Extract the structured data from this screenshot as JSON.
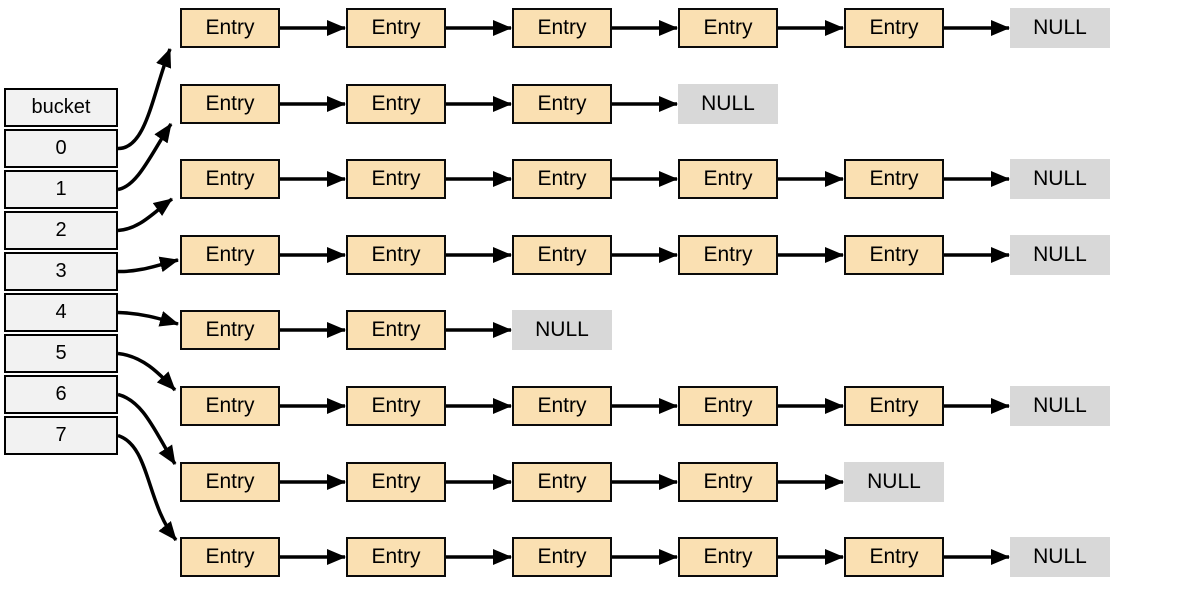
{
  "diagram": {
    "type": "hash-table-with-separate-chaining",
    "entry_label": "Entry",
    "null_label": "NULL",
    "bucket_table": {
      "header": "bucket",
      "cells": [
        "0",
        "1",
        "2",
        "3",
        "4",
        "5",
        "6",
        "7"
      ]
    },
    "chains": [
      {
        "bucket": "0",
        "entry_count": 5,
        "terminator": "NULL"
      },
      {
        "bucket": "1",
        "entry_count": 3,
        "terminator": "NULL"
      },
      {
        "bucket": "2",
        "entry_count": 5,
        "terminator": "NULL"
      },
      {
        "bucket": "3",
        "entry_count": 5,
        "terminator": "NULL"
      },
      {
        "bucket": "4",
        "entry_count": 2,
        "terminator": "NULL"
      },
      {
        "bucket": "5",
        "entry_count": 5,
        "terminator": "NULL"
      },
      {
        "bucket": "6",
        "entry_count": 4,
        "terminator": "NULL"
      },
      {
        "bucket": "7",
        "entry_count": 5,
        "terminator": "NULL"
      }
    ],
    "colors": {
      "entry_fill": "#FAE0B2",
      "entry_border": "#0A0A0A",
      "null_fill": "#D8D8D8",
      "bucket_fill": "#F2F2F2",
      "arrow": "#000000"
    }
  }
}
